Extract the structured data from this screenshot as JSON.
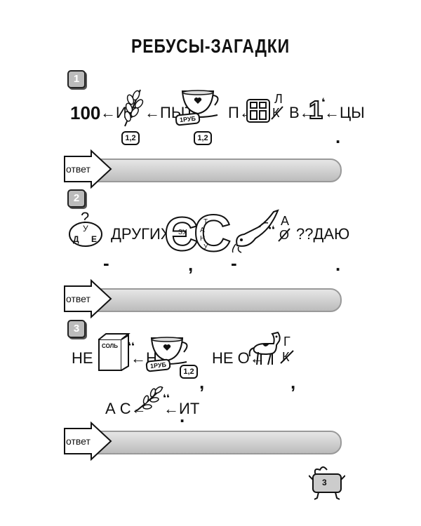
{
  "title": "РЕБУСЫ-ЗАГАДКИ",
  "answer_label": "ответ",
  "page_number": "3",
  "puzzle1": {
    "number": "1",
    "t_100": "100",
    "t_it": "←ИТ",
    "t_pyt": "←ПЫТ",
    "t_p": "П←",
    "t_l": "Л",
    "t_k": "К",
    "t_v": "В←",
    "t_one": "1",
    "t_tsy": "←ЦЫ",
    "badge_rub": "1РУБ",
    "badge_a": "1,2",
    "badge_b": "1,2",
    "end": "."
  },
  "puzzle2": {
    "number": "2",
    "t_q": "?",
    "t_u": "У",
    "t_d": "Д",
    "t_e": "Е",
    "t_drugikh": "ДРУГИХ",
    "t_zu": "ЗУ",
    "t_tanu": [
      "Т",
      "А",
      "Н",
      "У"
    ],
    "t_a": "А",
    "t_o": "О",
    "t_dayu": "??ДАЮ",
    "dash1": "-",
    "comma": ",",
    "dash2": "-",
    "end": "."
  },
  "puzzle3": {
    "number": "3",
    "t_ne1": "НЕ",
    "t_sol": "СОЛЬ",
    "t_n": "←Н",
    "badge_rub": "1РУБ",
    "badge_c": "1,2",
    "t_ne2": "НЕ О←",
    "t_g": "Г",
    "t_k": "К",
    "comma1": ",",
    "comma2": ",",
    "t_as": "А С←",
    "t_it": "←ИТ",
    "end": "."
  }
}
